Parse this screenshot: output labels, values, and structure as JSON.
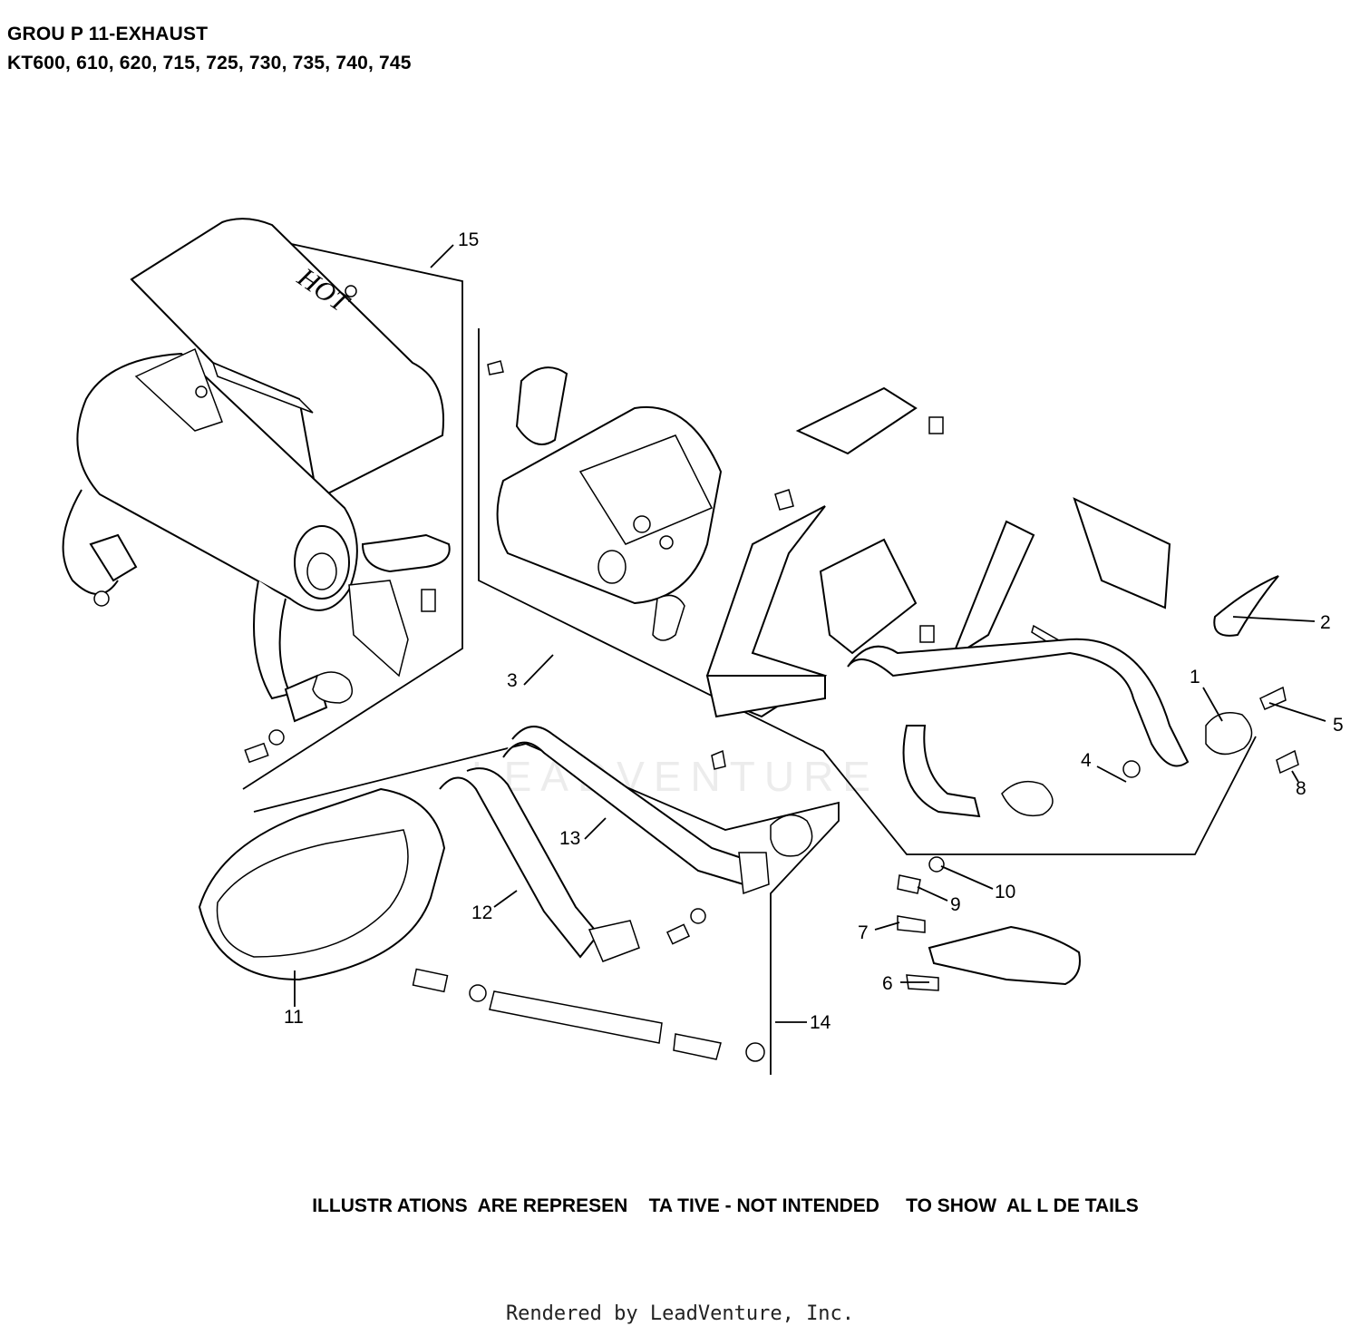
{
  "header": {
    "group_title": "GROU P 11-EXHAUST",
    "models": "KT600, 610, 620, 715, 725, 730, 735, 740, 745"
  },
  "diagram": {
    "callouts": [
      "1",
      "2",
      "3",
      "4",
      "5",
      "6",
      "7",
      "8",
      "9",
      "10",
      "11",
      "12",
      "13",
      "14",
      "15"
    ],
    "heat_shield_text": "HOT",
    "watermark": "LEADVENTURE"
  },
  "disclaimer": "ILLUSTR ATIONS  ARE REPRESEN    TA TIVE - NOT INTENDED     TO SHOW  AL L DE TAILS",
  "footer": "Rendered by LeadVenture, Inc."
}
